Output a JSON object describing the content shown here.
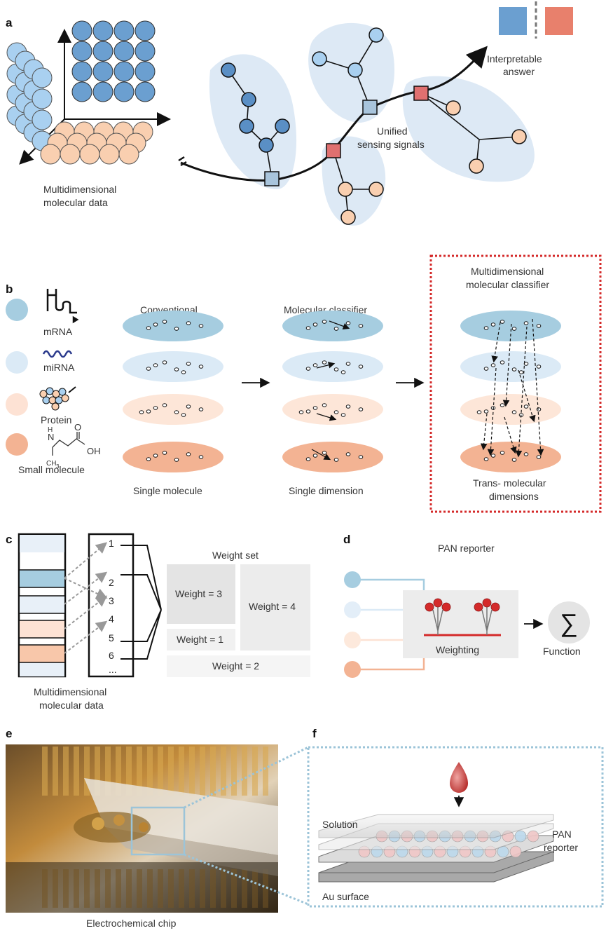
{
  "panels": {
    "a": "a",
    "b": "b",
    "c": "c",
    "d": "d",
    "e": "e",
    "f": "f"
  },
  "panel_a": {
    "data_label_line1": "Multidimensional",
    "data_label_line2": "molecular data",
    "unified_line1": "Unified",
    "unified_line2": "sensing signals",
    "answer_line1": "Interpretable",
    "answer_line2": "answer"
  },
  "panel_b": {
    "legend": [
      "mRNA",
      "miRNA",
      "Protein",
      "Small molecule"
    ],
    "col1_title": "Conventional",
    "col1_caption": "Single molecule",
    "col2_title": "Molecular classifier",
    "col2_caption": "Single dimension",
    "col3_title_line1": "Multidimensional",
    "col3_title_line2": "molecular classifier",
    "col3_caption_line1": "Trans- molecular",
    "col3_caption_line2": "dimensions",
    "formula_nh": "N",
    "formula_h": "H",
    "formula_o": "O",
    "formula_oh": "OH",
    "formula_ch3": "CH",
    "formula_sub3": "3"
  },
  "panel_c": {
    "index_labels": [
      "1",
      "2",
      "3",
      "4",
      "5",
      "6",
      "..."
    ],
    "weight_set_title": "Weight set",
    "weights": [
      "Weight = 3",
      "Weight = 4",
      "Weight = 1",
      "Weight = 2"
    ],
    "data_label_line1": "Multidimensional",
    "data_label_line2": "molecular data"
  },
  "panel_d": {
    "title": "PAN reporter",
    "box_label": "Weighting",
    "sum_symbol": "∑",
    "function_label": "Function"
  },
  "panel_e": {
    "caption": "Electrochemical chip"
  },
  "panel_f": {
    "solution": "Solution",
    "pan_line1": "PAN",
    "pan_line2": "reporter",
    "au_surface": "Au surface"
  },
  "colors": {
    "mrna": "#6b9fd0",
    "mirna": "#a9d0f0",
    "protein": "#f9cfb0",
    "small_molecule": "#f3a886",
    "highlight_red": "#e05a52",
    "frame_red": "#d42a2a",
    "dotted_blue": "#9cc4d8"
  }
}
